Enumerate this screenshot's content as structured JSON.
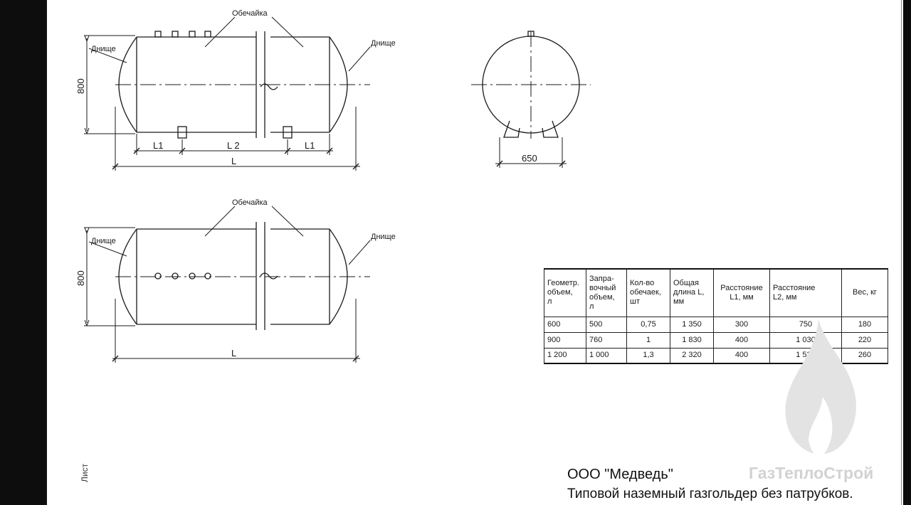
{
  "drawing": {
    "labels": {
      "shell": "Обечайка",
      "head": "Днище",
      "dim_height": "800",
      "dim_width": "650",
      "l1": "L1",
      "l2": "L 2",
      "l_total": "L"
    },
    "sheet_label": "Лист"
  },
  "spec_table": {
    "headers": [
      "Геометр.\nобъем,\nл",
      "Запра-\nвочный\nобъем,\nл",
      "Кол-во\nобечаек,\nшт",
      "Общая\nдлина L,\nмм",
      "Расстояние\nL1, мм",
      "Расстояние\nL2, мм",
      "Вес, кг"
    ],
    "rows": [
      [
        "600",
        "500",
        "0,75",
        "1 350",
        "300",
        "750",
        "180"
      ],
      [
        "900",
        "760",
        "1",
        "1 830",
        "400",
        "1 030",
        "220"
      ],
      [
        "1 200",
        "1 000",
        "1,3",
        "2 320",
        "400",
        "1 520",
        "260"
      ]
    ]
  },
  "footer": {
    "company": "ООО \"Медведь\"",
    "caption": "Типовой наземный газгольдер без патрубков."
  },
  "watermark": {
    "text": "ГазТеплоСтрой"
  },
  "colors": {
    "frame": "#0d0d0d",
    "line": "#1a1a1a",
    "watermark": "#d2d2d2"
  }
}
